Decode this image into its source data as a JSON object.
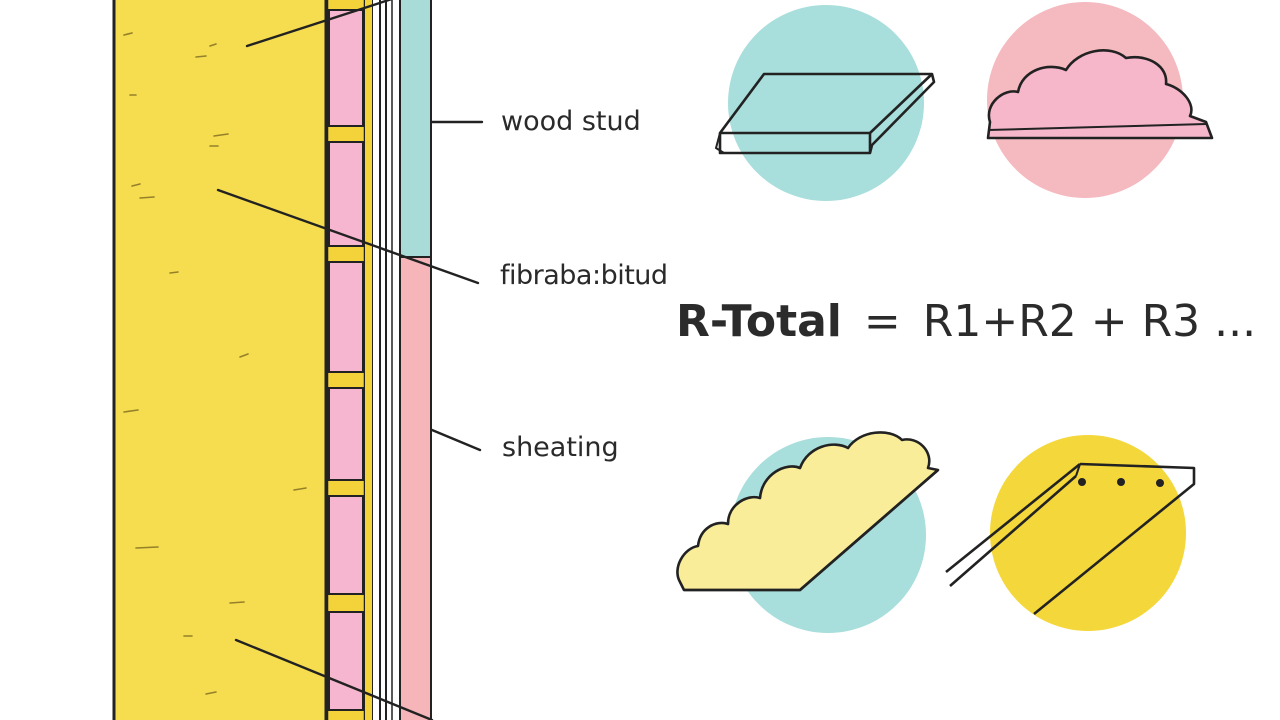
{
  "labels": {
    "wood_stud": "wood stud",
    "fiber": "fibraba:bitud",
    "sheathing": "sheating"
  },
  "formula": {
    "lhs": "R-Total",
    "equals": "=",
    "rhs": "R1+R2 + R3 ..."
  },
  "colors": {
    "insulation_yellow": "#f6dc4f",
    "stud_pink": "#f7b6cf",
    "stud_joint_yellow": "#f3d23a",
    "sheathing_teal": "#a9dcd8",
    "sheathing_pink": "#f5b5b9",
    "circle_teal": "#a8dedb",
    "circle_pink": "#f4bac0",
    "circle_yellow": "#f4d73a",
    "ink": "#222222"
  },
  "icons": [
    "rigid-board-icon",
    "cloud-batt-icon",
    "loose-fill-icon",
    "angled-panel-icon"
  ]
}
